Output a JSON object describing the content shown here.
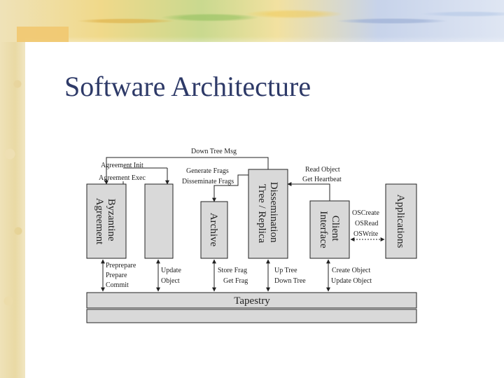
{
  "slide": {
    "title": "Software Architecture"
  },
  "blocks": {
    "byzantine": [
      "Byzantine",
      "Agreement"
    ],
    "archive": [
      "Archive"
    ],
    "dissemination": [
      "Dissemination",
      "Tree / Replica"
    ],
    "client": [
      "Client",
      "Interface"
    ],
    "applications": [
      "Applications"
    ],
    "tapestry": "Tapestry"
  },
  "labels": {
    "down_tree_msg": "Down Tree Msg",
    "agreement_init": "Agreement Init",
    "agreement_exec": "Agreement Exec",
    "generate_frags": "Generate Frags",
    "disseminate_frags": "Disseminate Frags",
    "read_object": "Read Object",
    "get_heartbeat": "Get Heartbeat",
    "os_create": "OSCreate",
    "os_read": "OSRead",
    "os_write": "OSWrite",
    "preprepare": "Preprepare",
    "prepare": "Prepare",
    "commit": "Commit",
    "update_object": [
      "Update",
      "Object"
    ],
    "store_frag": "Store Frag",
    "get_frag": "Get Frag",
    "up_tree": "Up Tree",
    "down_tree": "Down Tree",
    "create_object": "Create Object",
    "update_object_right": "Update Object"
  }
}
